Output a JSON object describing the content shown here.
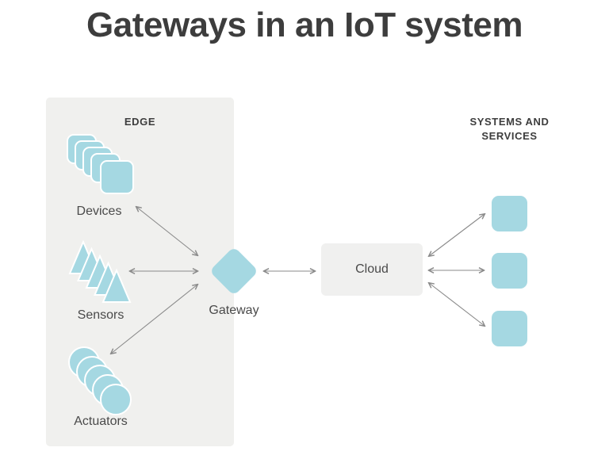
{
  "title": "Gateways in an IoT system",
  "colors": {
    "shape_blue": "#a5d8e2",
    "panel_gray": "#f0f0ee",
    "cloud_gray": "#f0f0ef",
    "arrow_gray": "#8a8a8a",
    "title_color": "#3d3d3d",
    "heading_color": "#3d3d3d",
    "label_color": "#4a4a4a"
  },
  "edge_panel": {
    "label": "EDGE",
    "nodes": [
      {
        "label": "Devices",
        "icon": "square-stack-icon",
        "shape": "rounded-square",
        "count": 5
      },
      {
        "label": "Sensors",
        "icon": "triangle-stack-icon",
        "shape": "triangle",
        "count": 5
      },
      {
        "label": "Actuators",
        "icon": "circle-stack-icon",
        "shape": "circle",
        "count": 5
      }
    ]
  },
  "gateway": {
    "label": "Gateway",
    "shape": "diamond"
  },
  "cloud": {
    "label": "Cloud",
    "shape": "rounded-rectangle"
  },
  "systems": {
    "label": "SYSTEMS AND\nSERVICES",
    "shape": "rounded-square",
    "count": 3
  },
  "connections": [
    {
      "from": "Devices",
      "to": "Gateway",
      "bidirectional": true
    },
    {
      "from": "Sensors",
      "to": "Gateway",
      "bidirectional": true
    },
    {
      "from": "Actuators",
      "to": "Gateway",
      "bidirectional": true
    },
    {
      "from": "Gateway",
      "to": "Cloud",
      "bidirectional": true
    },
    {
      "from": "Cloud",
      "to": "system-square-1",
      "bidirectional": true
    },
    {
      "from": "Cloud",
      "to": "system-square-2",
      "bidirectional": true
    },
    {
      "from": "Cloud",
      "to": "system-square-3",
      "bidirectional": true
    }
  ]
}
